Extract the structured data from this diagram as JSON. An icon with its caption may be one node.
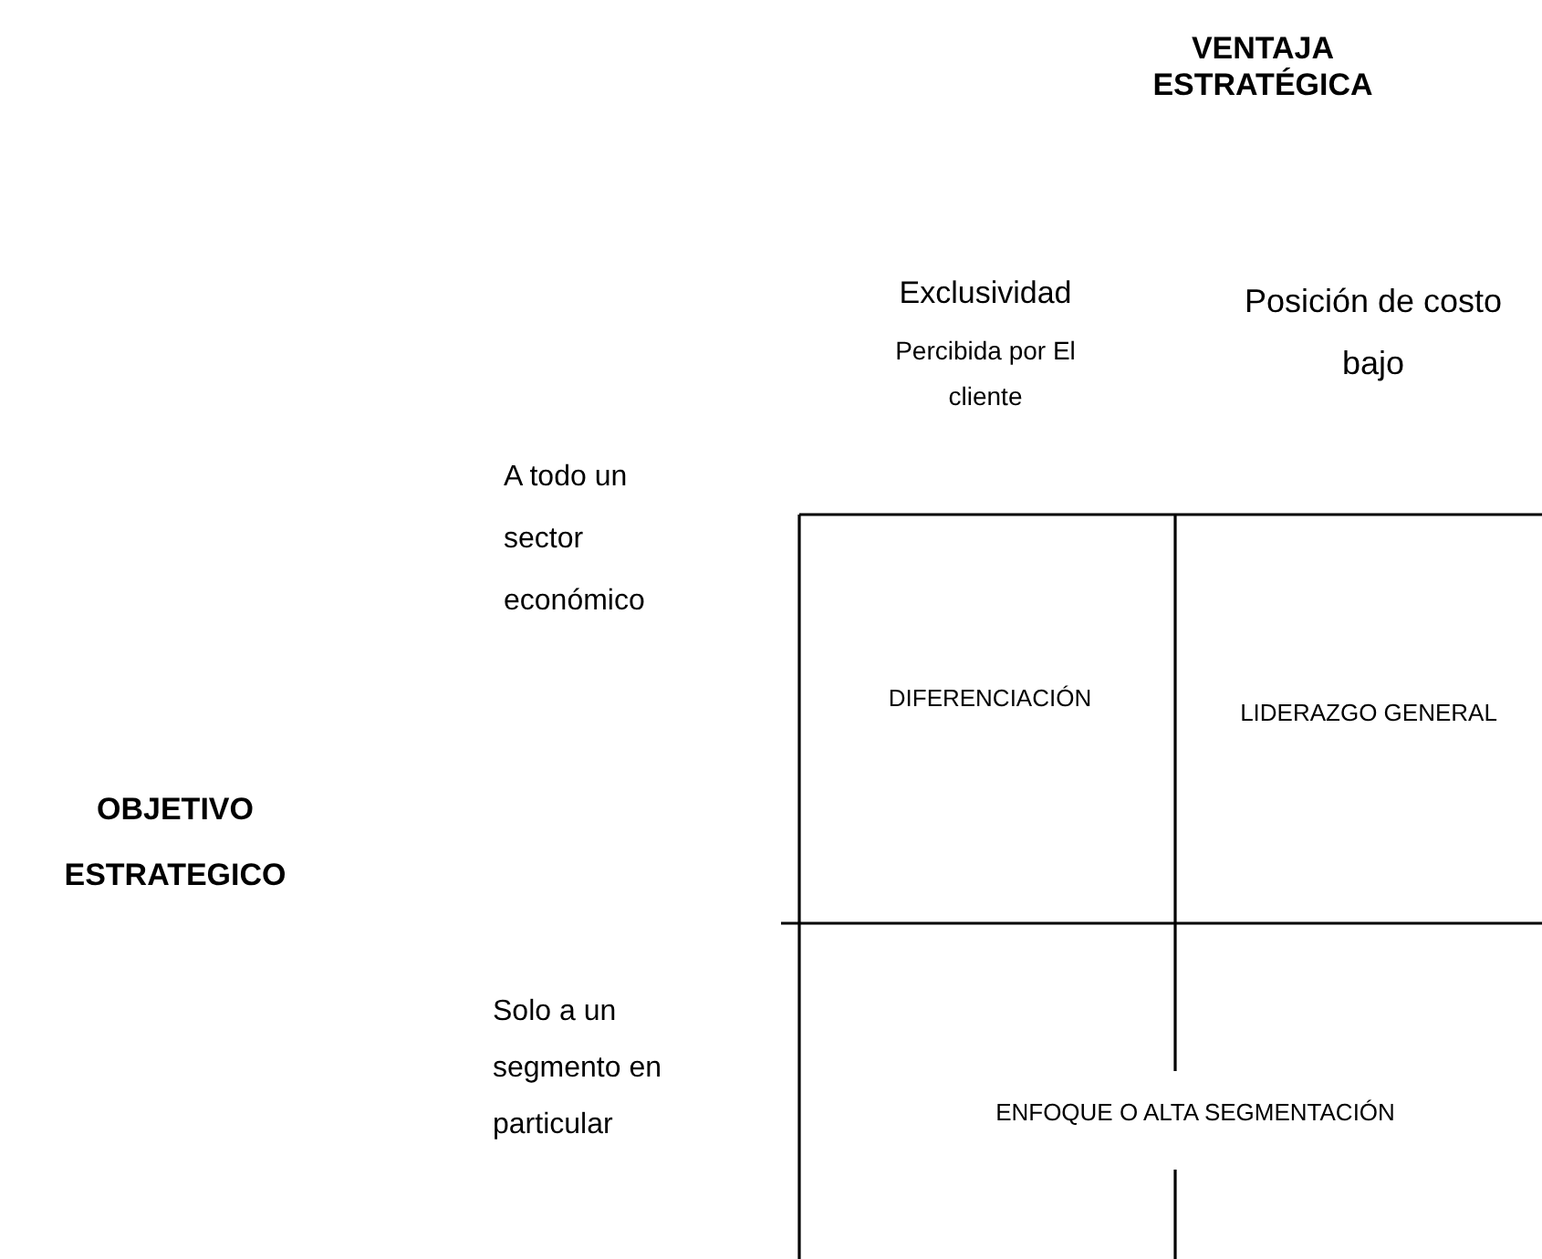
{
  "diagram": {
    "title": "VENTAJA ESTRATÉGICA",
    "labels": [
      "Exclusividad",
      "Percibida por El cliente",
      "Posición de costo bajo",
      "A todo un sector económico",
      "OBJETIVO ESTRATEGICO",
      "DIFERENCIACIÓN",
      "LIDERAZGO GENERAL",
      "Solo a un segmento en particular",
      "ENFOQUE O ALTA SEGMENTACIÓN"
    ]
  }
}
